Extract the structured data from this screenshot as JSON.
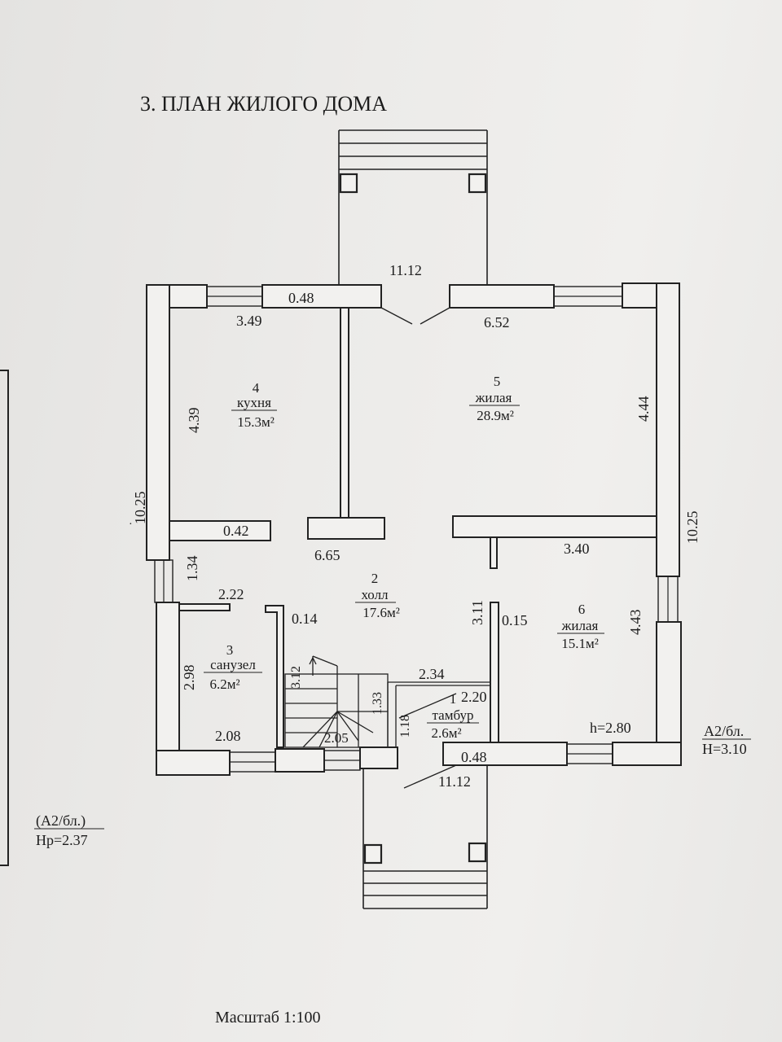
{
  "title": "3. ПЛАН ЖИЛОГО ДОМА",
  "scale": "Масштаб 1:100",
  "dimensions": {
    "top_overall": "11.12",
    "top_wall": "0.48",
    "kitchen_width": "3.49",
    "living5_width": "6.52",
    "kitchen_depth": "4.39",
    "living5_depth": "4.44",
    "left_overall": "10.25",
    "right_overall": "10.25",
    "inner_wall_left": "0.42",
    "hall_width": "6.65",
    "living6_width": "3.40",
    "hall_gap": "1.34",
    "bath_width": "2.22",
    "partition_014": "0.14",
    "hall_depth": "3.11",
    "partition_015": "0.15",
    "living6_depth": "4.43",
    "bath_depth": "2.98",
    "stair_len": "3.12",
    "vest_width": "2.34",
    "vest_depth": "2.20",
    "stair_133": "1.33",
    "vest_118": "1.18",
    "bath_bottom": "2.08",
    "stair_width": "2.05",
    "height_inner": "h=2.80",
    "bottom_wall": "0.48",
    "bottom_overall": "11.12"
  },
  "rooms": {
    "kitchen": {
      "num": "4",
      "name": "кухня",
      "area": "15.3м²"
    },
    "living5": {
      "num": "5",
      "name": "жилая",
      "area": "28.9м²"
    },
    "hall": {
      "num": "2",
      "name": "холл",
      "area": "17.6м²"
    },
    "living6": {
      "num": "6",
      "name": "жилая",
      "area": "15.1м²"
    },
    "bath": {
      "num": "3",
      "name": "санузел",
      "area": "6.2м²"
    },
    "vest": {
      "num": "1",
      "name": "тамбур",
      "area": "2.6м²"
    }
  },
  "right_label": {
    "line1": "А2/бл.",
    "line2": "Н=3.10"
  },
  "left_label": {
    "line1": "(А2/бл.)",
    "line2": "Нр=2.37"
  }
}
